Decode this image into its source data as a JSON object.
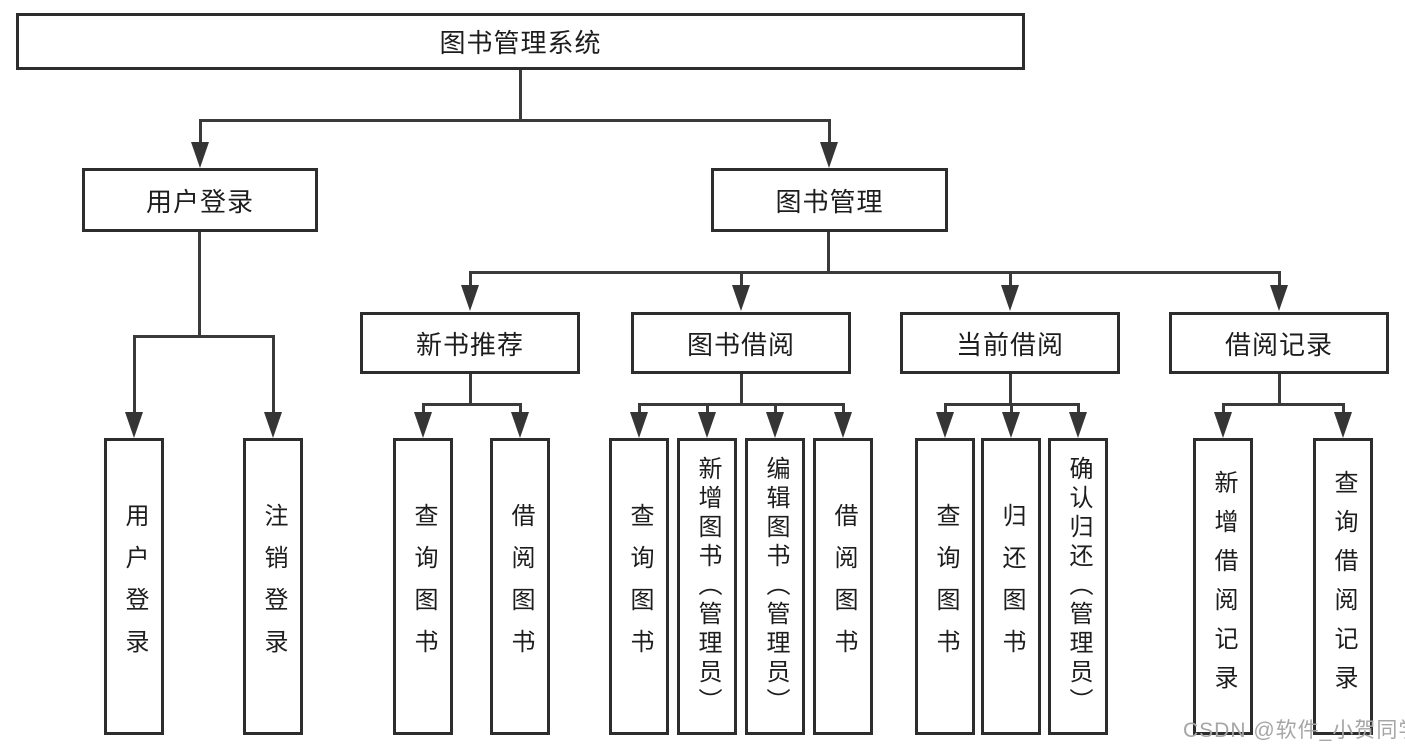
{
  "tree": {
    "label": "图书管理系统",
    "children": [
      {
        "label": "用户登录",
        "children": [
          {
            "label": "用户登录"
          },
          {
            "label": "注销登录"
          }
        ]
      },
      {
        "label": "图书管理",
        "children": [
          {
            "label": "新书推荐",
            "children": [
              {
                "label": "查询图书"
              },
              {
                "label": "借阅图书"
              }
            ]
          },
          {
            "label": "图书借阅",
            "children": [
              {
                "label": "查询图书"
              },
              {
                "label": "新增图书（管理员）"
              },
              {
                "label": "编辑图书（管理员）"
              },
              {
                "label": "借阅图书"
              }
            ]
          },
          {
            "label": "当前借阅",
            "children": [
              {
                "label": "查询图书"
              },
              {
                "label": "归还图书"
              },
              {
                "label": "确认归还（管理员）"
              }
            ]
          },
          {
            "label": "借阅记录",
            "children": [
              {
                "label": "新增借阅记录"
              },
              {
                "label": "查询借阅记录"
              }
            ]
          }
        ]
      }
    ]
  },
  "watermark": {
    "text": "CSDN @软件_小贺同学"
  },
  "colors": {
    "background": "#ffffff",
    "box_border": "#2d2d2d",
    "connector": "#3a3a3a",
    "text": "#1d1d1d",
    "watermark": "#a6a6a6"
  }
}
